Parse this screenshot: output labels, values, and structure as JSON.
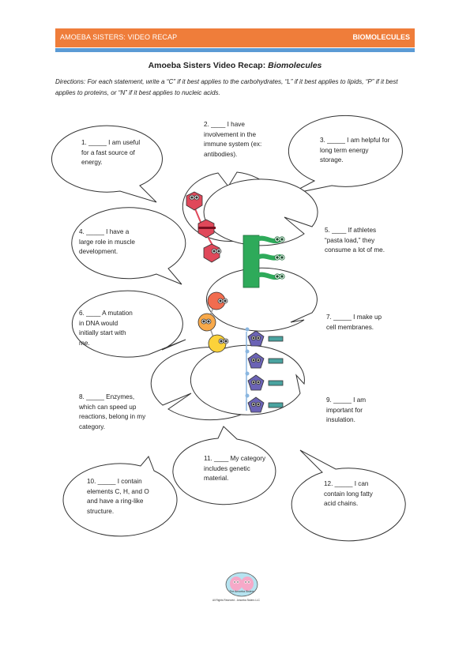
{
  "header": {
    "left": "AMOEBA SISTERS: VIDEO RECAP",
    "right": "BIOMOLECULES"
  },
  "title": {
    "main": "Amoeba Sisters Video Recap: ",
    "emph": "Biomolecules"
  },
  "directions": "Directions: For each statement, write a “C” if it best applies to the carbohydrates, “L” if it best applies to lipids, “P” if it best applies to proteins, or “N” if it best applies to nucleic acids.",
  "questions": [
    "1. _____ I am useful for a fast source of energy.",
    "2. ____ I have involvement in the immune system (ex: antibodies).",
    "3. _____ I am helpful for long term energy storage.",
    "4. _____ I have a large role in muscle development.",
    "5. ____ If athletes “pasta load,” they consume a lot of me.",
    "6. ____ A mutation in DNA would initially start with me.",
    "7. _____ I make up cell membranes.",
    "8. _____ Enzymes, which can speed up reactions, belong in my category.",
    "9. _____ I am important for insulation.",
    "10. _____ I contain elements C, H, and O and have a ring-like structure.",
    "11. ____ My category includes genetic material.",
    "12. _____ I can contain long fatty acid chains."
  ],
  "logo": {
    "name": "The Amoeba Sisters",
    "footer": "All Rights Reserved - Amoeba Sisters LLC"
  },
  "colors": {
    "header": "#ef7d3a",
    "header_line": "#5b9bd5",
    "protein": "#e0485a",
    "lipid": "#2eaa5a",
    "carb": "#f28a50",
    "nucleic": "#6b63b5"
  }
}
